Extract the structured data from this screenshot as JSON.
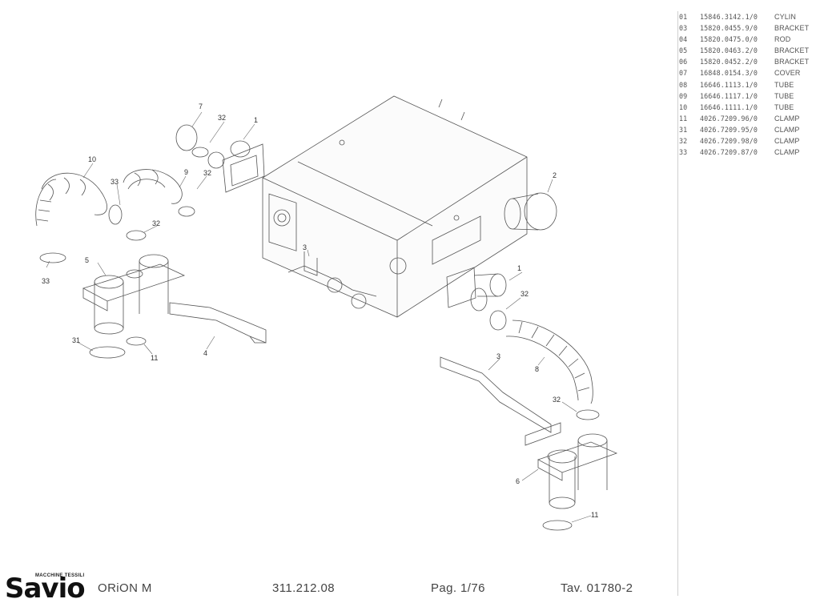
{
  "footer": {
    "brand": "Savio",
    "brand_tagline": "MACCHINE TESSILI",
    "model": "ORiON M",
    "drawing_code": "311.212.08",
    "page": "Pag. 1/76",
    "table_ref": "Tav. 01780-2"
  },
  "parts_list": {
    "rows": [
      {
        "pos": "01",
        "code": "15846.3142.1/0",
        "desc": "CYLIN"
      },
      {
        "pos": "03",
        "code": "15820.0455.9/0",
        "desc": "BRACKET"
      },
      {
        "pos": "04",
        "code": "15820.0475.0/0",
        "desc": "ROD"
      },
      {
        "pos": "05",
        "code": "15820.0463.2/0",
        "desc": "BRACKET"
      },
      {
        "pos": "06",
        "code": "15820.0452.2/0",
        "desc": "BRACKET"
      },
      {
        "pos": "07",
        "code": "16848.0154.3/0",
        "desc": "COVER"
      },
      {
        "pos": "08",
        "code": "16646.1113.1/0",
        "desc": "TUBE"
      },
      {
        "pos": "09",
        "code": "16646.1117.1/0",
        "desc": "TUBE"
      },
      {
        "pos": "10",
        "code": "16646.1111.1/0",
        "desc": "TUBE"
      },
      {
        "pos": "11",
        "code": "4026.7209.96/0",
        "desc": "CLAMP"
      },
      {
        "pos": "31",
        "code": "4026.7209.95/0",
        "desc": "CLAMP"
      },
      {
        "pos": "32",
        "code": "4026.7209.98/0",
        "desc": "CLAMP"
      },
      {
        "pos": "33",
        "code": "4026.7209.87/0",
        "desc": "CLAMP"
      }
    ]
  },
  "callouts": [
    "7",
    "32",
    "1",
    "10",
    "33",
    "9",
    "32",
    "2",
    "32",
    "5",
    "33",
    "3",
    "1",
    "32",
    "31",
    "11",
    "4",
    "3",
    "8",
    "32",
    "6",
    "11"
  ]
}
